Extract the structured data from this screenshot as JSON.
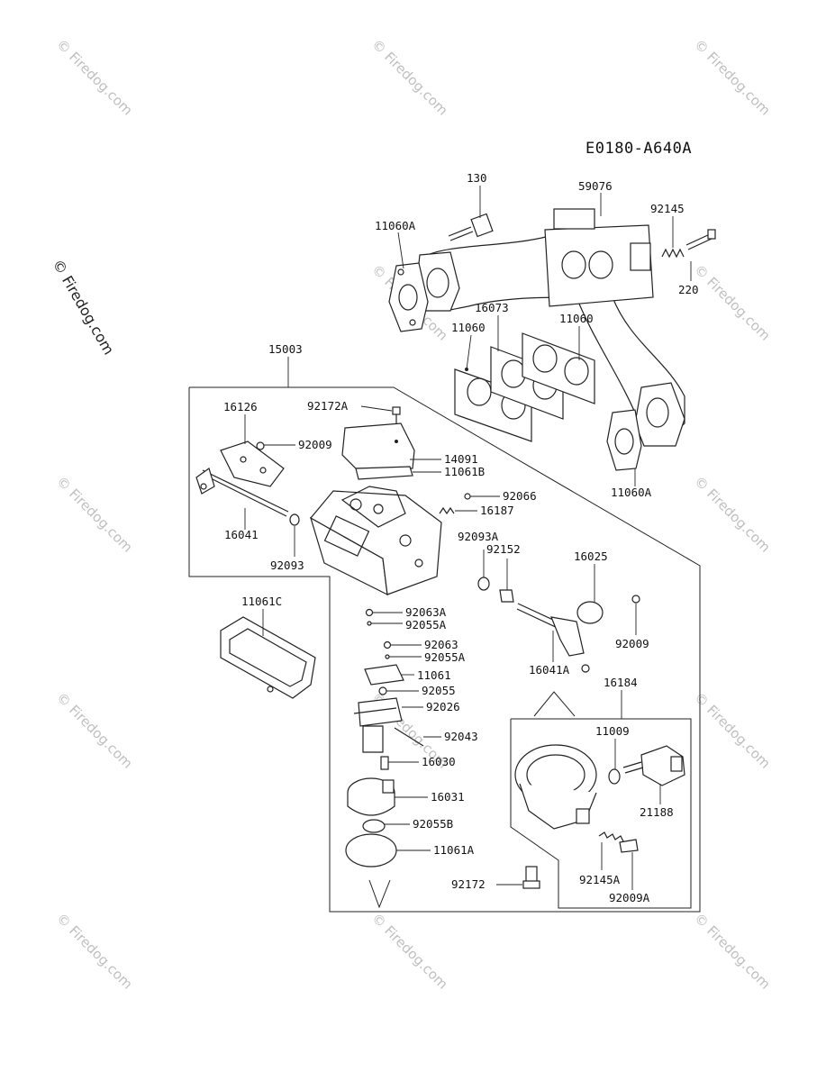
{
  "diagram_code": "E0180-A640A",
  "watermark": "© Firedog.com",
  "labels": {
    "p130": "130",
    "p59076": "59076",
    "p92145": "92145",
    "p11060A_top": "11060A",
    "p220": "220",
    "p16073": "16073",
    "p11060_left": "11060",
    "p11060_right": "11060",
    "p15003": "15003",
    "p16126": "16126",
    "p92172A": "92172A",
    "p92009_top": "92009",
    "p14091": "14091",
    "p11061B": "11061B",
    "p92066": "92066",
    "p16187": "16187",
    "p11060A_bottom": "11060A",
    "p16041": "16041",
    "p92093": "92093",
    "p92093A": "92093A",
    "p92152": "92152",
    "p16025": "16025",
    "p11061C": "11061C",
    "p92063A": "92063A",
    "p92055A_1": "92055A",
    "p92063": "92063",
    "p92055A_2": "92055A",
    "p11061": "11061",
    "p92055": "92055",
    "p92026": "92026",
    "p92043": "92043",
    "p16030": "16030",
    "p16031": "16031",
    "p92055B": "92055B",
    "p11061A": "11061A",
    "p92009_right": "92009",
    "p16041A": "16041A",
    "p16184": "16184",
    "p11009": "11009",
    "p21188": "21188",
    "p92172": "92172",
    "p92145A": "92145A",
    "p92009A": "92009A"
  }
}
